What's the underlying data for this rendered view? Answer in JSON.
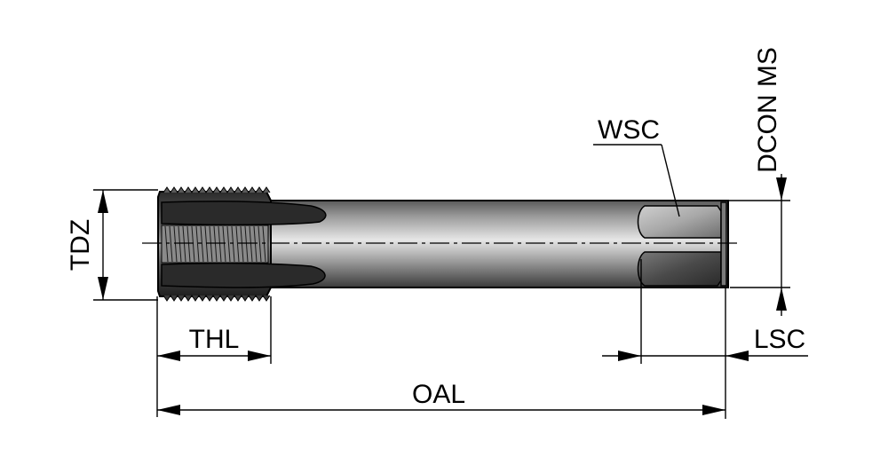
{
  "labels": {
    "tdz": "TDZ",
    "thl": "THL",
    "oal": "OAL",
    "wsc": "WSC",
    "dcon_ms": "DCON MS",
    "lsc": "LSC"
  },
  "colors": {
    "shank_light": "#d9d9d9",
    "shank_mid": "#8c8c8c",
    "shank_dark": "#2b2b2b",
    "line": "#000000",
    "background": "#ffffff"
  }
}
